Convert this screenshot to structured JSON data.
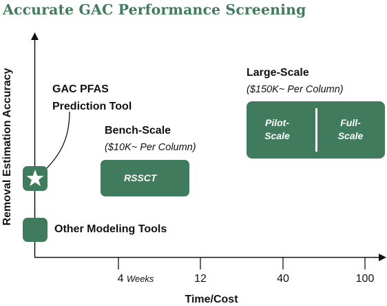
{
  "title": "Accurate GAC Performance Screening",
  "axes": {
    "y_label": "Removal Estimation Accuracy",
    "x_label": "Time/Cost"
  },
  "x_ticks": [
    {
      "value": "4",
      "sub": "Weeks"
    },
    {
      "value": "12",
      "sub": ""
    },
    {
      "value": "40",
      "sub": ""
    },
    {
      "value": "100",
      "sub": ""
    }
  ],
  "gac_tool": {
    "line1": "GAC PFAS",
    "line2": "Prediction Tool",
    "icon": "star-icon"
  },
  "other_tools": {
    "label": "Other Modeling Tools"
  },
  "bench_scale": {
    "title": "Bench-Scale",
    "cost": "($10K~ Per Column)",
    "box_label": "RSSCT"
  },
  "large_scale": {
    "title": "Large-Scale",
    "cost": "($150K~ Per Column)",
    "pilot_line1": "Pilot-",
    "pilot_line2": "Scale",
    "full_line1": "Full-",
    "full_line2": "Scale"
  },
  "colors": {
    "accent": "#3f7b5c",
    "text": "#111111"
  }
}
